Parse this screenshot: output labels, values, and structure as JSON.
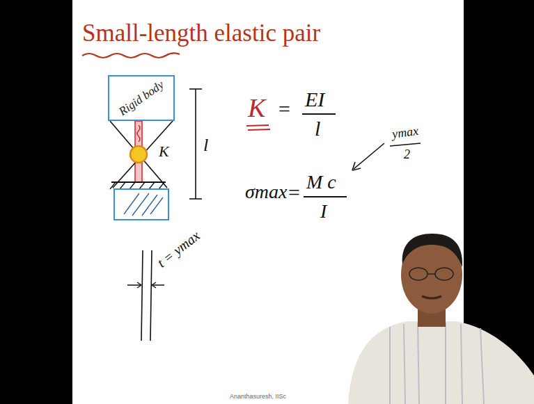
{
  "diagram": {
    "title": "Small-length elastic pair",
    "nodes": [
      {
        "text": [
          "Rigid body"
        ]
      }
    ],
    "labels": [
      "K",
      "l",
      "K",
      "=",
      "EI",
      "l",
      "σmax",
      "=",
      "M c",
      "I",
      "ymax",
      "2",
      "t = ymax",
      "Ananthasuresh, IISc"
    ]
  }
}
